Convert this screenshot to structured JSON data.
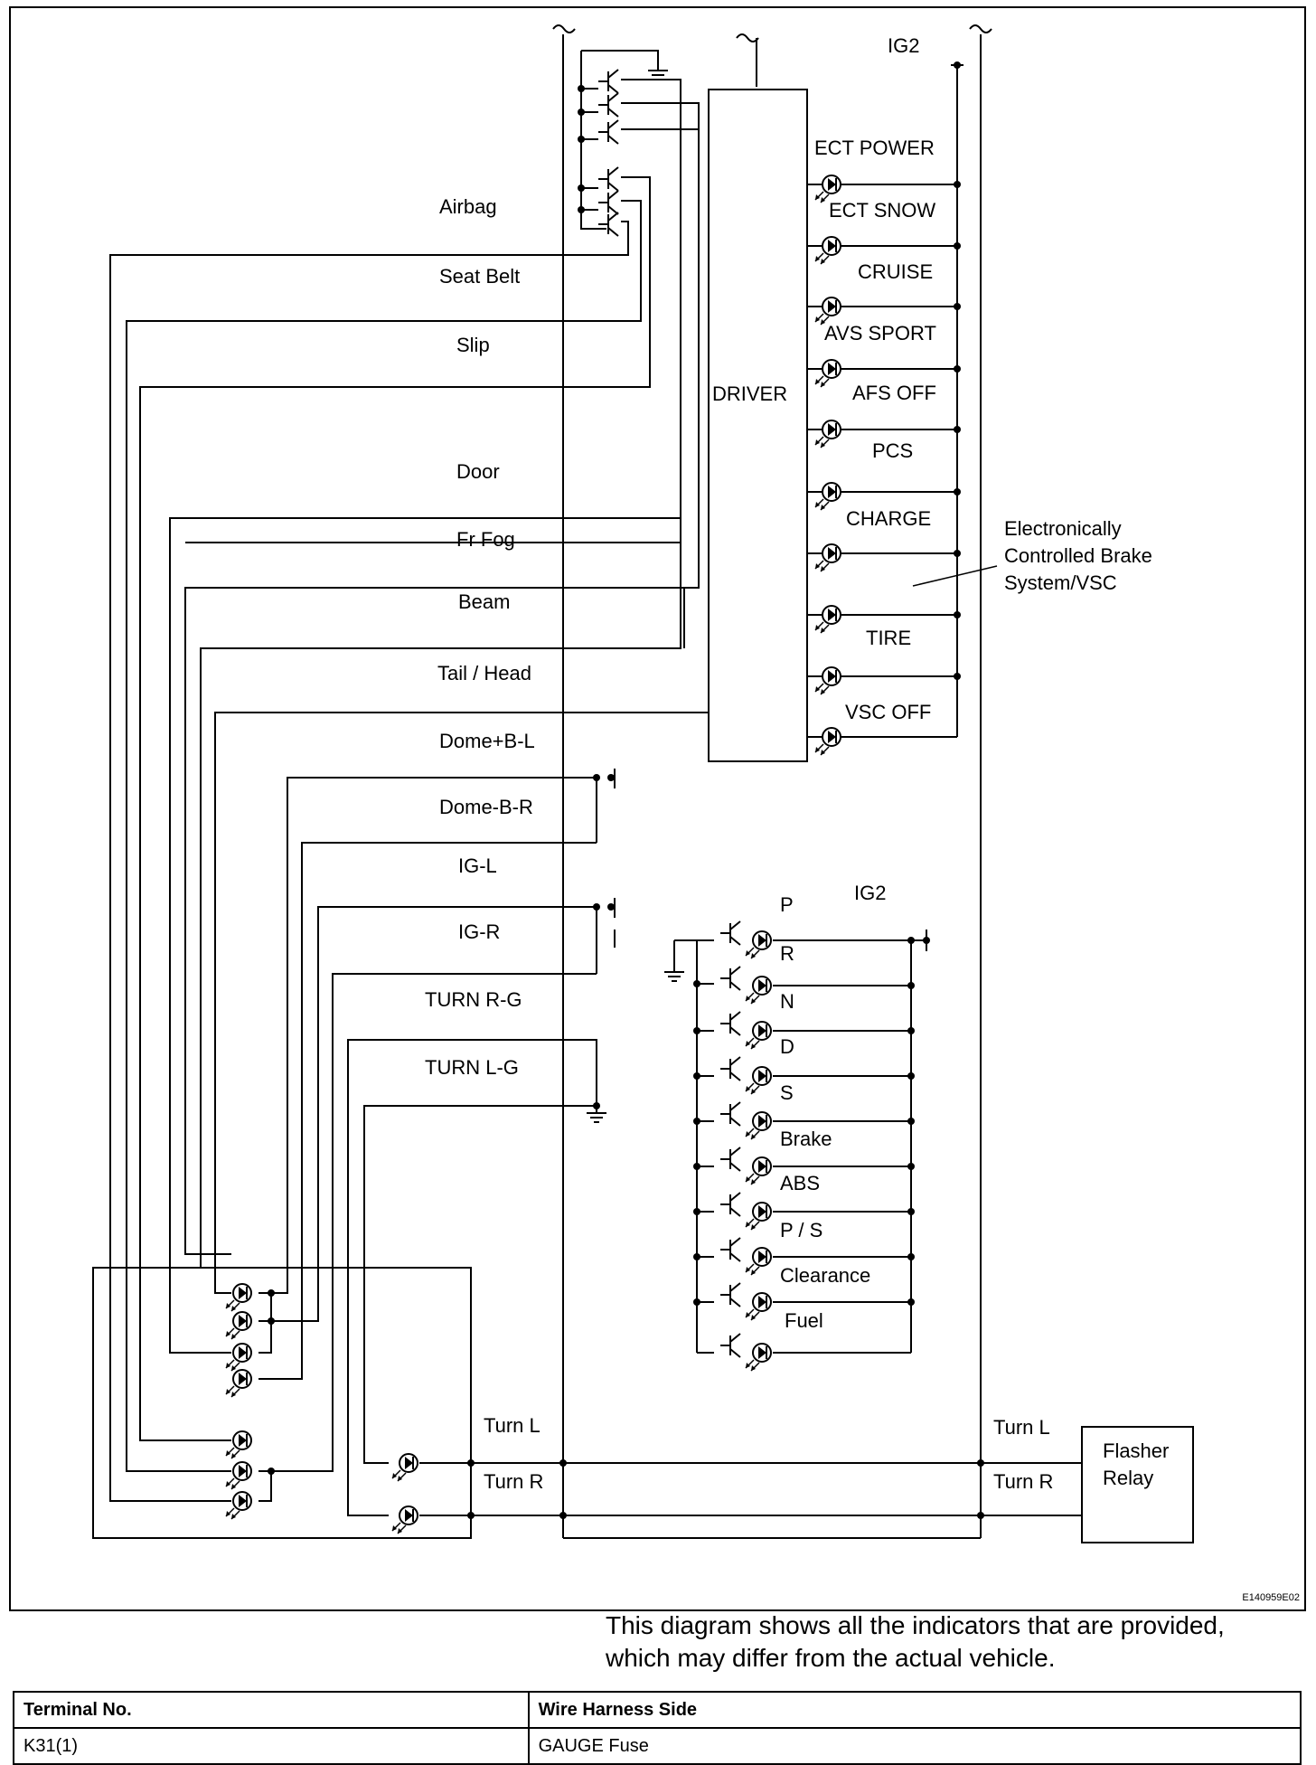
{
  "diagram": {
    "ig2_top": "IG2",
    "ig2_bottom": "IG2",
    "driver": "DRIVER",
    "left_labels": [
      "Airbag",
      "Seat Belt",
      "Slip",
      "Door",
      "Fr Fog",
      "Beam",
      "Tail / Head",
      "Dome+B-L",
      "Dome-B-R",
      "IG-L",
      "IG-R",
      "TURN R-G",
      "TURN L-G"
    ],
    "right_labels": [
      "ECT POWER",
      "ECT SNOW",
      "CRUISE",
      "AVS SPORT",
      "AFS OFF",
      "PCS",
      "CHARGE",
      "TIRE",
      "VSC OFF"
    ],
    "brake_note": [
      "Electronically",
      "Controlled Brake",
      "System/VSC"
    ],
    "gear_labels": [
      "P",
      "R",
      "N",
      "D",
      "S",
      "Brake",
      "ABS",
      "P / S",
      "Clearance",
      "Fuel"
    ],
    "turn_l": "Turn L",
    "turn_r": "Turn R",
    "flasher": [
      "Flasher",
      "Relay"
    ],
    "code": "E140959E02"
  },
  "note": {
    "line1": "This diagram shows all the indicators that are provided,",
    "line2": "which may differ from the actual vehicle."
  },
  "table": {
    "headers": [
      "Terminal No.",
      "Wire Harness Side"
    ],
    "rows": [
      [
        "K31(1)",
        "GAUGE Fuse"
      ]
    ]
  }
}
